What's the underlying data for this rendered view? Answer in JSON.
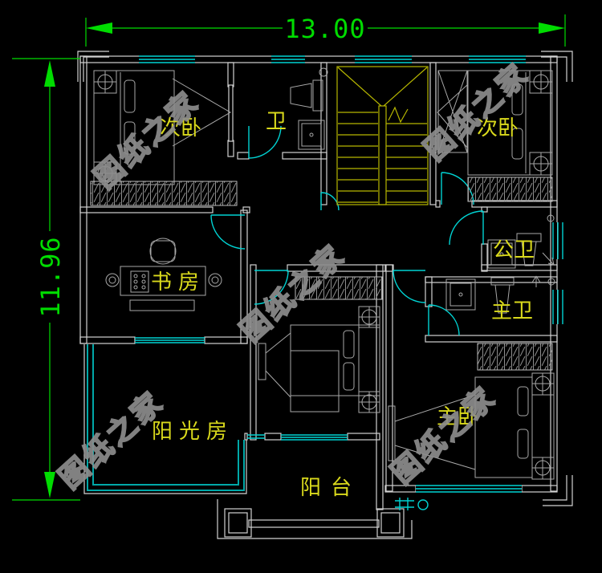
{
  "drawing": {
    "type": "floor-plan",
    "dimensions": {
      "width_label": "13.00",
      "height_label": "11.96"
    },
    "rooms": {
      "bedroom_top_left": "次卧",
      "bath_top": "卫",
      "bedroom_top_right": "次卧",
      "study": "书房",
      "public_bath": "公卫",
      "master_bath": "主卫",
      "sunroom": "阳光房",
      "master_bedroom": "主卧",
      "balcony": "阳台"
    },
    "watermark": {
      "text": "图纸之家"
    },
    "colors": {
      "background": "#000000",
      "walls": "#d2d2d2",
      "furniture": "#a8a8a8",
      "windows_doors": "#00d2d2",
      "sunroom_glass": "#00a8a8",
      "stairs": "#b6b600",
      "labels": "#d9d91c",
      "dimensions": "#00dc00",
      "watermark": "#8c8c8c"
    }
  }
}
